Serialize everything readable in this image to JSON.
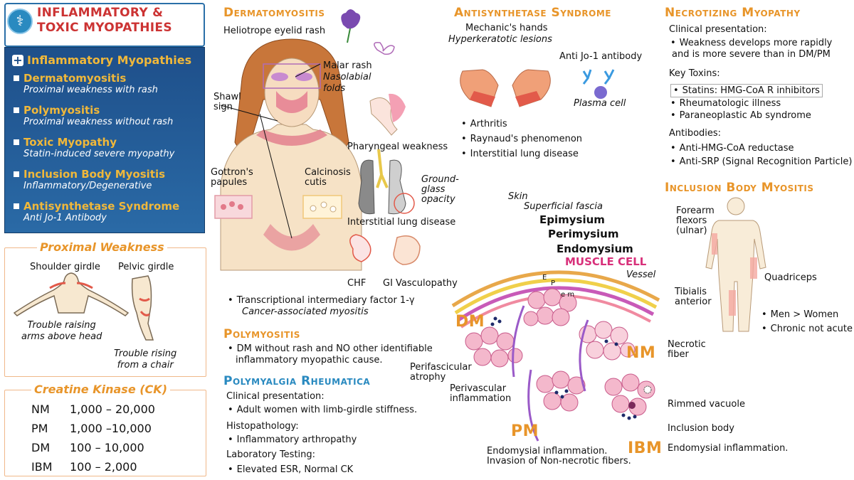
{
  "title": {
    "line1": "INFLAMMATORY &",
    "line2": "TOXIC MYOPATHIES"
  },
  "sidebar": {
    "heading": "Inflammatory Myopathies",
    "items": [
      {
        "title": "Dermatomyositis",
        "subtitle": "Proximal weakness with rash"
      },
      {
        "title": "Polymyositis",
        "subtitle": "Proximal weakness without rash"
      },
      {
        "title": "Toxic Myopathy",
        "subtitle": "Statin-induced severe myopathy"
      },
      {
        "title": "Inclusion Body Myositis",
        "subtitle": "Inflammatory/Degenerative"
      },
      {
        "title": "Antisynthetase Syndrome",
        "subtitle": "Anti Jo-1 Antibody"
      }
    ]
  },
  "proximal": {
    "heading": "Proximal Weakness",
    "shoulder": "Shoulder girdle",
    "pelvic": "Pelvic girdle",
    "arms1": "Trouble raising",
    "arms2": "arms above head",
    "chair1": "Trouble rising",
    "chair2": "from a chair"
  },
  "ck": {
    "heading": "Creatine Kinase (CK)",
    "rows": [
      {
        "k": "NM",
        "v": "1,000 – 20,000"
      },
      {
        "k": "PM",
        "v": "1,000 –10,000"
      },
      {
        "k": "DM",
        "v": "100 – 10,000"
      },
      {
        "k": "IBM",
        "v": "100 – 2,000"
      }
    ]
  },
  "derm": {
    "heading": "Dermatomyositis",
    "heliotrope": "Heliotrope eyelid rash",
    "malar1": "Malar rash",
    "malar2": "Nasolabial",
    "malar3": "folds",
    "shawl1": "Shawl",
    "shawl2": "sign",
    "gottron1": "Gottron's",
    "gottron2": "papules",
    "calc1": "Calcinosis",
    "calc2": "cutis",
    "pharyngeal": "Pharyngeal weakness",
    "ground1": "Ground-",
    "ground2": "glass",
    "ground3": "opacity",
    "ild": "Interstitial lung disease",
    "chf": "CHF",
    "gi": "GI Vasculopathy",
    "tif1": "Transcriptional intermediary factor 1-γ",
    "tif2": "Cancer-associated myositis"
  },
  "poly": {
    "heading": "Polymyositis",
    "b1": "DM without rash and NO other identifiable",
    "b2": "inflammatory myopathic cause."
  },
  "pmr": {
    "heading": "Polymyalgia Rheumatica",
    "cp": "Clinical presentation:",
    "cp1": "Adult women with limb-girdle stiffness.",
    "hist": "Histopathology:",
    "hist1": "Inflammatory arthropathy",
    "lab": "Laboratory Testing:",
    "lab1": "Elevated ESR, Normal CK"
  },
  "anti": {
    "heading": "Antisynthetase Syndrome",
    "mech1": "Mechanic's hands",
    "mech2": "Hyperkeratotic lesions",
    "jo1": "Anti Jo-1 antibody",
    "plasma": "Plasma cell",
    "bullets": [
      "Arthritis",
      "Raynaud's phenomenon",
      "Interstitial lung disease"
    ]
  },
  "nec": {
    "heading": "Necrotizing Myopathy",
    "cp": "Clinical presentation:",
    "cp1": "Weakness develops more rapidly",
    "cp2": "and is more severe than in DM/PM",
    "kt": "Key Toxins:",
    "kt_items": [
      "Statins: HMG-CoA R inhibitors",
      "Rheumatologic illness",
      "Paraneoplastic Ab syndrome"
    ],
    "ab": "Antibodies:",
    "ab_items": [
      "Anti-HMG-CoA reductase",
      "Anti-SRP (Signal Recognition Particle)"
    ]
  },
  "ibm": {
    "heading": "Inclusion Body Myositis",
    "forearm1": "Forearm",
    "forearm2": "flexors",
    "forearm3": "(ulnar)",
    "quad": "Quadriceps",
    "tib1": "Tibialis",
    "tib2": "anterior",
    "b1": "Men > Women",
    "b2": "Chronic not acute"
  },
  "muscle": {
    "skin": "Skin",
    "fascia": "Superficial fascia",
    "epi": "Epimysium",
    "peri": "Perimysium",
    "endo": "Endomysium",
    "cell": "MUSCLE CELL",
    "vessel": "Vessel",
    "e": "E",
    "p": "P",
    "em": "e m",
    "dm": "DM",
    "nm": "NM",
    "pm": "PM",
    "ibm": "IBM",
    "peri_atrophy1": "Perifascicular",
    "peri_atrophy2": "atrophy",
    "perivasc1": "Perivascular",
    "perivasc2": "inflammation",
    "necrotic1": "Necrotic",
    "necrotic2": "fiber",
    "rimmed": "Rimmed vacuole",
    "inclusion": "Inclusion body",
    "endo_infl": "Endomysial inflammation.",
    "pm_note1": "Endomysial inflammation.",
    "pm_note2": "Invasion of Non-necrotic fibers."
  }
}
